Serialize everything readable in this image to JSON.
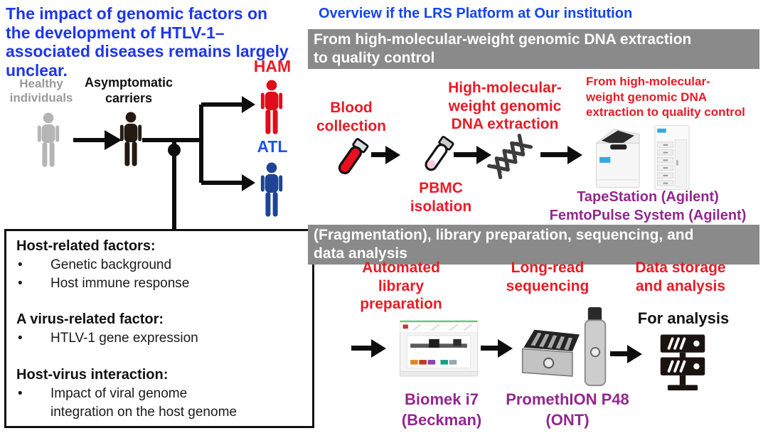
{
  "left": {
    "heading": "The impact of genomic factors on\nthe development of HTLV-1–\nassociated diseases remains largely\nunclear.",
    "healthy_label": "Healthy\nindividuals",
    "carriers_label": "Asymptomatic\ncarriers",
    "ham_label": "HAM",
    "atl_label": "ATL",
    "box": {
      "bullet": "•",
      "sections": [
        {
          "title": "Host-related factors:",
          "bullets": [
            "Genetic background",
            "Host immune response"
          ]
        },
        {
          "title": "A virus-related factor:",
          "bullets": [
            "HTLV-1 gene expression"
          ]
        },
        {
          "title": "Host-virus interaction:",
          "bullets": [
            "Impact of viral genome\nintegration on the host genome"
          ]
        }
      ]
    }
  },
  "right": {
    "title": "Overview if the LRS Platform at Our institution",
    "banner1": "From high-molecular-weight genomic DNA extraction\nto quality control",
    "banner2": "(Fragmentation), library preparation, sequencing, and\ndata analysis",
    "row1": {
      "blood_label": "Blood\ncollection",
      "pbmc_label": "PBMC\nisolation",
      "hmw_label": "High-molecular-\nweight genomic\nDNA extraction",
      "qc_note": "From high-molecular-\nweight genomic DNA\nextraction to quality control",
      "instruments_caption": "TapeStation (Agilent)\nFemtoPulse System (Agilent)"
    },
    "row2": {
      "library_label": "Automated\nlibrary\npreparation",
      "sequencing_label": "Long-read\nsequencing",
      "storage_label": "Data storage\nand analysis",
      "for_analysis_label": "For analysis",
      "biomek_caption": "Biomek i7\n(Beckman)",
      "promethion_caption": "PromethION P48\n(ONT)"
    }
  },
  "colors": {
    "heading_blue": "#1e36e8",
    "title_blue": "#1545ef",
    "red": "#e81b26",
    "purple": "#93278f",
    "banner_gray": "#8a8a8a",
    "healthy_gray": "#b5b5b5",
    "carrier_black": "#241a12",
    "ham_red": "#df0d1c",
    "atl_navy": "#1e4496"
  }
}
